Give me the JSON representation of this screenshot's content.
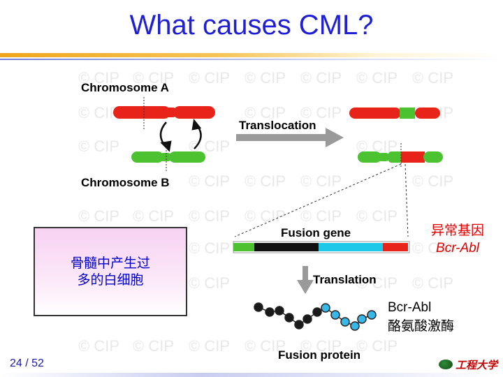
{
  "slide": {
    "title": "What causes CML?",
    "page_number": "24 / 52"
  },
  "watermark": {
    "text": "© CIP"
  },
  "diagram": {
    "chromosome_a_label": "Chromosome A",
    "chromosome_b_label": "Chromosome B",
    "translocation_label": "Translocation",
    "fusion_gene_label": "Fusion gene",
    "translation_label": "Translation",
    "fusion_protein_label": "Fusion protein",
    "colors": {
      "chromosome_a": "#e8231a",
      "chromosome_b": "#4cc230",
      "fusion_black": "#111111",
      "fusion_cyan": "#1ec8e8",
      "protein_dark": "#1a1a1a",
      "protein_light": "#36b8e8",
      "arrow_gray": "#9a9a9a"
    }
  },
  "notes": {
    "pink_box_line1": "骨髓中产生过",
    "pink_box_line2": "多的白细胞",
    "abnormal_gene_line1": "异常基因",
    "abnormal_gene_line2": "Bcr-Abl",
    "kinase_line1": "Bcr-Abl",
    "kinase_line2": "酪氨酸激酶"
  },
  "logo": {
    "text": "工程大学",
    "icon": "university-logo-icon"
  }
}
